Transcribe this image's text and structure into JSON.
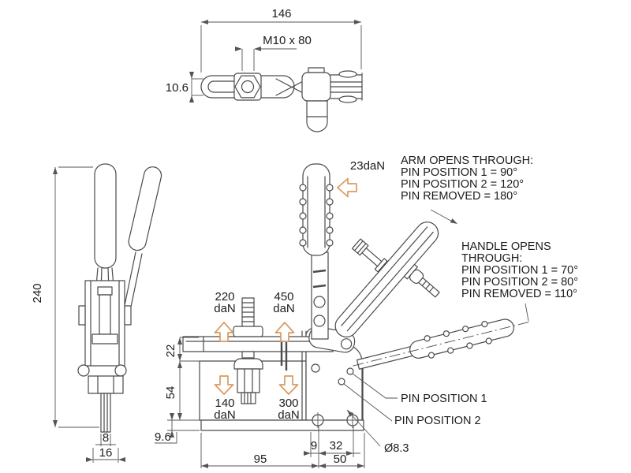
{
  "drawing_title": "vertical toggle clamp technical drawing",
  "colors": {
    "line": "#4a4a4a",
    "accent_orange": "#d99a62",
    "text": "#1c1c1c",
    "background": "#ffffff"
  },
  "top_view": {
    "overall_length": "146",
    "thread_spec": "M10 x 80",
    "slot_width": "10.6"
  },
  "side_view": {
    "overall_height": "240",
    "rod_width": "8",
    "nut_width": "16"
  },
  "front_view": {
    "arm_to_base": "22",
    "base_height": "54",
    "foot_height": "9.6",
    "base_length": "95",
    "hole_offset": "9",
    "hole_spacing": "32",
    "hole_span": "50",
    "hole_diameter": "Ø8.3",
    "pin_label_1": "PIN POSITION 1",
    "pin_label_2": "PIN POSITION 2"
  },
  "forces": {
    "handle": "23daN",
    "pull_upper": {
      "value": "220",
      "unit": "daN"
    },
    "push_upper": {
      "value": "450",
      "unit": "daN"
    },
    "pull_lower": {
      "value": "140",
      "unit": "daN"
    },
    "push_lower": {
      "value": "300",
      "unit": "daN"
    }
  },
  "notes": {
    "arm_opens": {
      "l1": "ARM OPENS THROUGH:",
      "l2": "PIN POSITION 1 = 90°",
      "l3": "PIN POSITION 2 = 120°",
      "l4": "PIN REMOVED = 180°"
    },
    "handle_opens": {
      "l1": "HANDLE OPENS",
      "l2": "THROUGH:",
      "l3": "PIN POSITION 1 = 70°",
      "l4": "PIN POSITION 2 = 80°",
      "l5": "PIN REMOVED = 110°"
    }
  }
}
